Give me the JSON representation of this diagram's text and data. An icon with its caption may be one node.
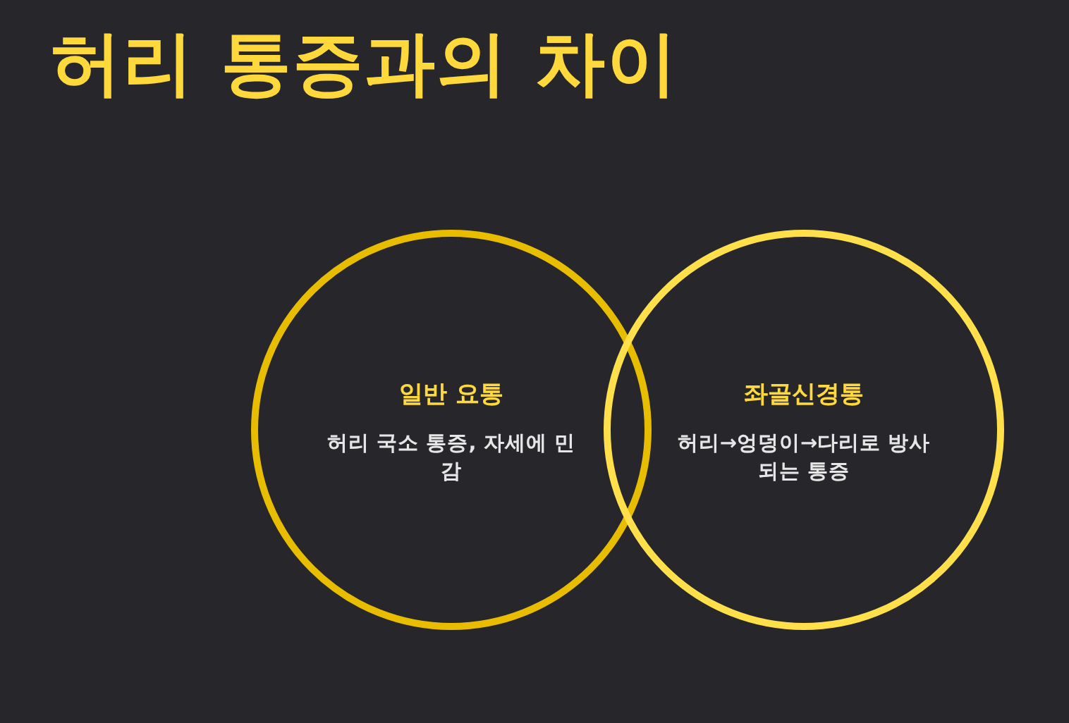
{
  "diagram": {
    "title": "허리 통증과의 차이",
    "nodes": [
      {
        "text": [
          "일반 요통",
          "허리 국소 통증, 자세에 민감"
        ]
      },
      {
        "text": [
          "좌골신경통",
          "허리→엉덩이→다리로 방사되는 통증"
        ]
      }
    ]
  }
}
